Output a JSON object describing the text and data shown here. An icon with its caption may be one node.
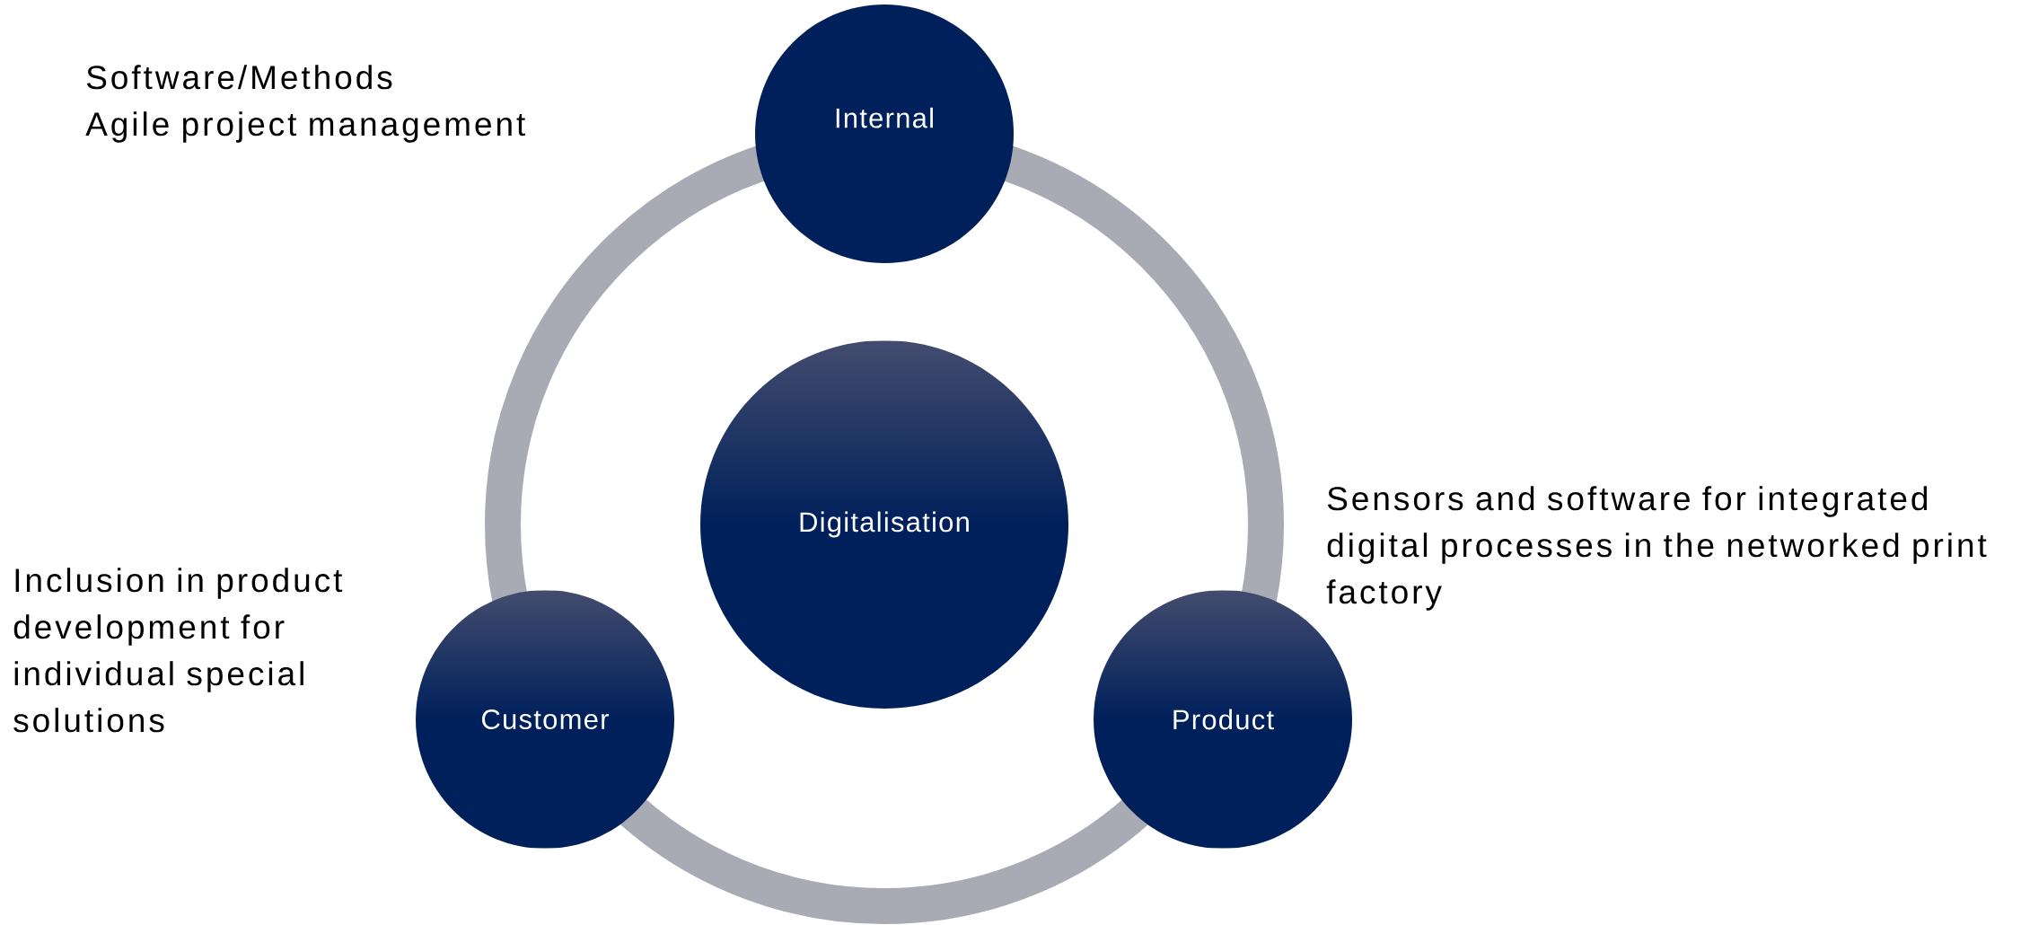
{
  "diagram": {
    "nodes": [
      {
        "text": [
          "Digitalisation"
        ]
      },
      {
        "text": [
          "Internal"
        ]
      },
      {
        "text": [
          "Customer"
        ]
      },
      {
        "text": [
          "Product"
        ]
      }
    ],
    "labels": [
      "Software/Methods",
      "Agile project management",
      "Sensors and software for integrated digital processes in the networked print factory",
      "Inclusion in product development for individual special solutions"
    ]
  }
}
